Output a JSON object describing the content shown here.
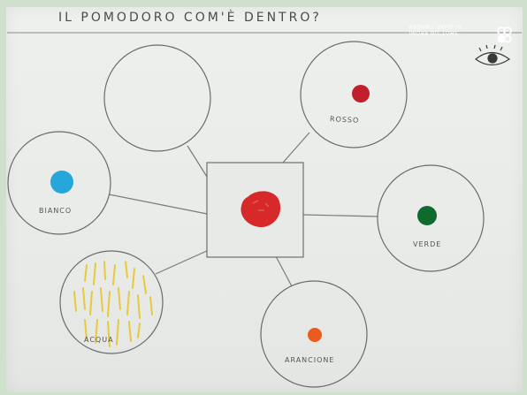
{
  "photo": {
    "title": "IL POMODORO COM'È DENTRO?",
    "watermark": {
      "line1": "SHOT ON REDMI",
      "line2": "AI QUAD CAMERA"
    },
    "icons": [
      "camera-logo-icon",
      "eye-icon"
    ],
    "labels": {
      "top_right": "ROSSO",
      "left": "BIANCO",
      "right": "VERDE",
      "bottom_left": "ACQUA",
      "bottom_right": "ARANCIONE"
    },
    "colors": {
      "paper": "#eaece9",
      "border": "#cfe0cc",
      "tomato": "#d7282a",
      "red_dot": "#c0202c",
      "blue_dot": "#27a6dc",
      "green_dot": "#0e6b2d",
      "orange_dot": "#ec5a1d",
      "yellow_strokes": "#e8c93a",
      "ink": "#6a6a6a"
    }
  }
}
